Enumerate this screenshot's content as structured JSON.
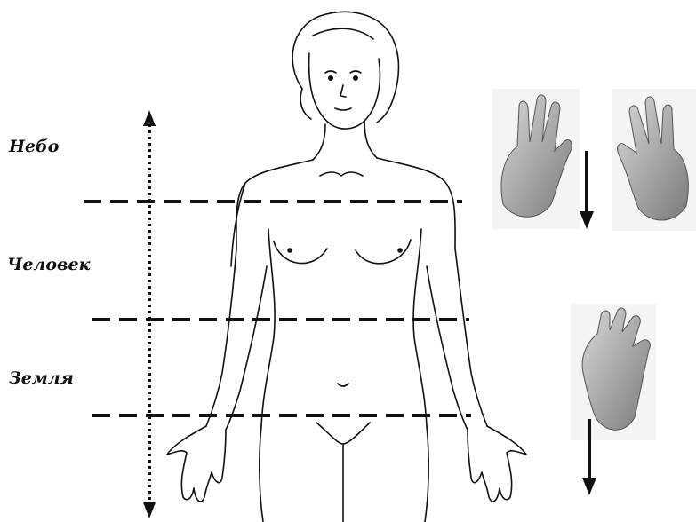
{
  "zones": {
    "sky": "Небо",
    "human": "Человек",
    "earth": "Земля"
  },
  "icons": {
    "figure": "human-body-outline",
    "hand_palm_down_a": "hand-palm-icon",
    "hand_palm_down_b": "hand-back-icon",
    "hand_lowered": "hand-palm-icon",
    "arrow": "arrow-down-icon",
    "axis": "double-arrow-vertical-icon"
  },
  "colors": {
    "ink": "#111111",
    "hand_shade": "#8a8a8a"
  }
}
